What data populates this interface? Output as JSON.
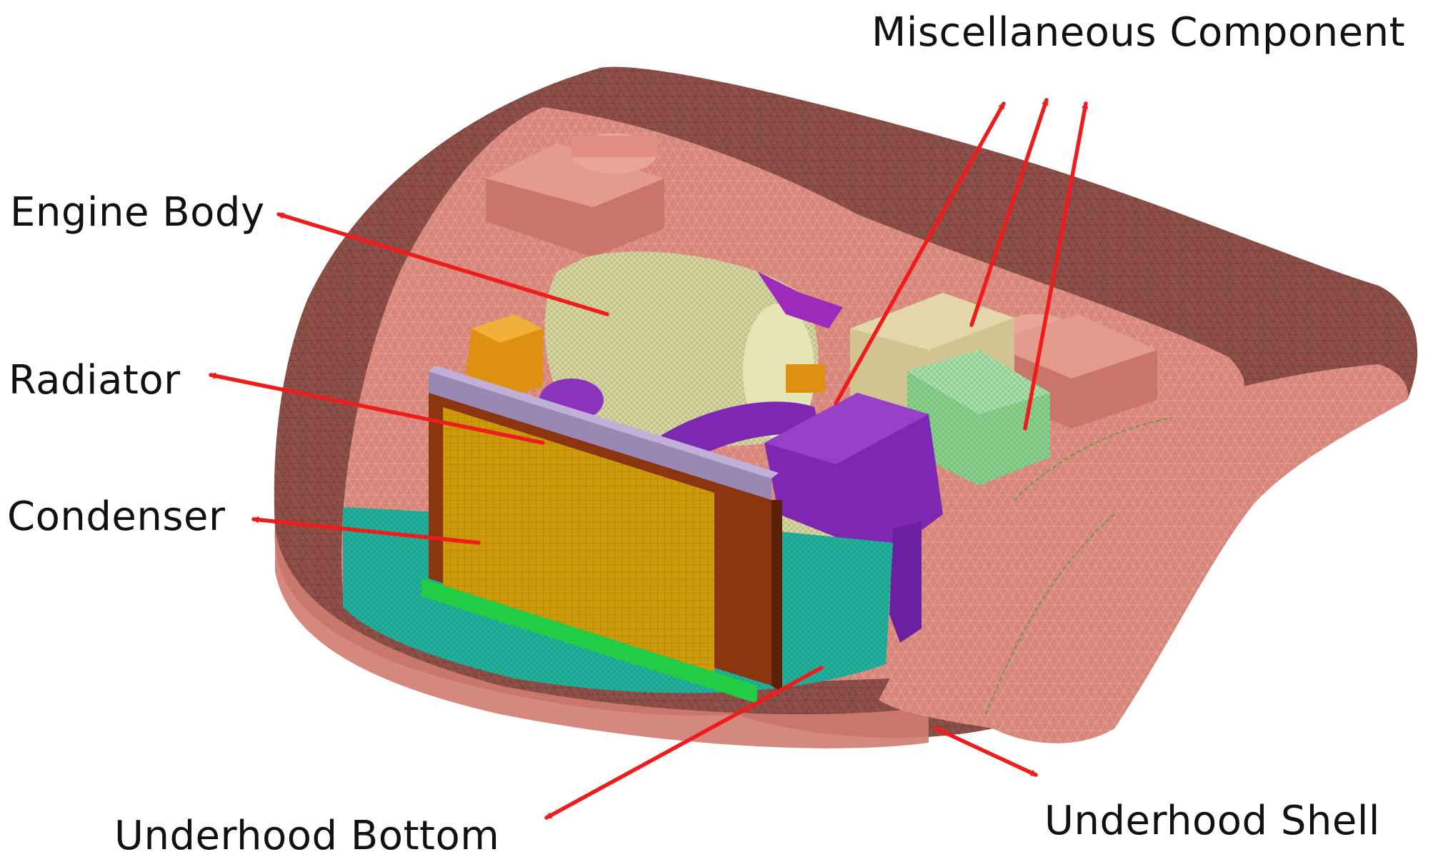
{
  "labels": {
    "misc": "Miscellaneous Component",
    "engine": "Engine Body",
    "radiator": "Radiator",
    "condenser": "Condenser",
    "bottom": "Underhood Bottom",
    "shell": "Underhood Shell"
  },
  "colors": {
    "shell_outer": "#8e5049",
    "shell_inner": "#d88579",
    "engine_body": "#d8d7a2",
    "misc_box": "#d2c392",
    "misc_green": "#88d48f",
    "duct_purple": "#7d28b3",
    "radiator_frame": "#8a3410",
    "condenser_core": "#cd9a0a",
    "bottom": "#1eb39e",
    "green_strip": "#22cc44",
    "orange_part": "#e09010",
    "arrow": "#ee1c1c"
  }
}
